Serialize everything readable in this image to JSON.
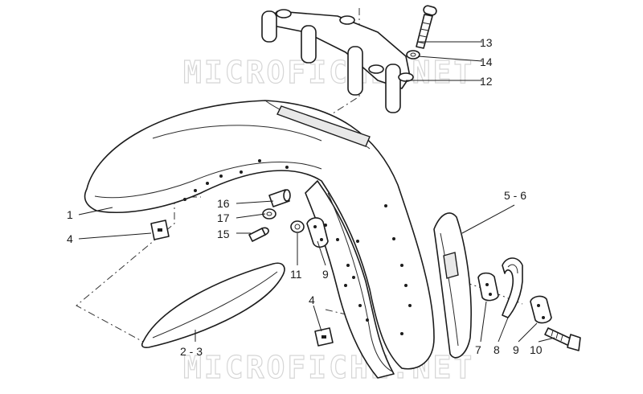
{
  "watermark": "MICROFICHE.NET",
  "callouts": {
    "c1": "1",
    "c2_3": "2 - 3",
    "c4_left": "4",
    "c4_bottom": "4",
    "c5_6": "5 - 6",
    "c7": "7",
    "c8": "8",
    "c9_mid": "9",
    "c9_right": "9",
    "c10": "10",
    "c11": "11",
    "c12": "12",
    "c13": "13",
    "c14": "14",
    "c15": "15",
    "c16": "16",
    "c17": "17"
  },
  "colors": {
    "line": "#1c1c1c",
    "watermark": "#d6d6d6",
    "background": "#ffffff"
  }
}
